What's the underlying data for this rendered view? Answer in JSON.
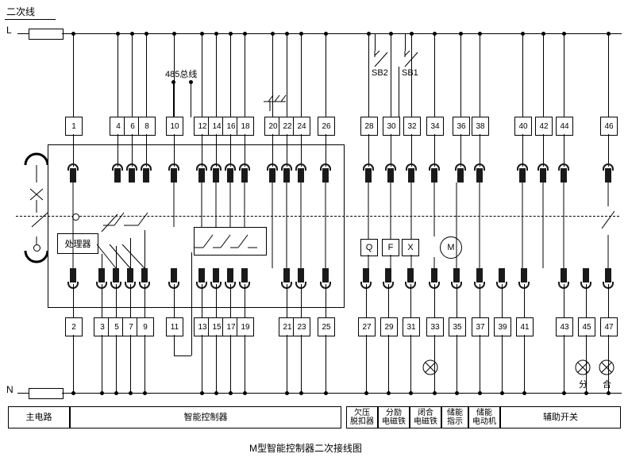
{
  "diagram": {
    "title": "M型智能控制器二次接线图",
    "top_label": "二次线",
    "bus_label_485": "485总线",
    "line_live": "L",
    "line_neutral": "N",
    "processor_label": "处理器",
    "switch_labels": [
      "SB2",
      "SB1"
    ],
    "device_labels": [
      "Q",
      "F",
      "X"
    ],
    "motor_label": "M",
    "lamp_labels": [
      "分",
      "合"
    ]
  },
  "terminals_top": [
    "1",
    "4",
    "6",
    "8",
    "10",
    "12",
    "14",
    "16",
    "18",
    "20",
    "22",
    "24",
    "26",
    "28",
    "30",
    "32",
    "34",
    "36",
    "38",
    "40",
    "42",
    "44",
    "46"
  ],
  "terminals_bottom": [
    "2",
    "3",
    "5",
    "7",
    "9",
    "11",
    "13",
    "15",
    "17",
    "19",
    "21",
    "23",
    "25",
    "27",
    "29",
    "31",
    "33",
    "35",
    "37",
    "39",
    "41",
    "43",
    "45",
    "47"
  ],
  "footer_cells": [
    {
      "label": "主电路"
    },
    {
      "label": "智能控制器"
    },
    {
      "label": "欠压\n脱扣器"
    },
    {
      "label": "分励\n电磁铁"
    },
    {
      "label": "闭合\n电磁铁"
    },
    {
      "label": "储能\n指示"
    },
    {
      "label": "储能\n电动机"
    },
    {
      "label": "辅助开关"
    }
  ],
  "colors": {
    "line": "#000000",
    "pin": "#1a1a1a",
    "background": "#ffffff"
  }
}
